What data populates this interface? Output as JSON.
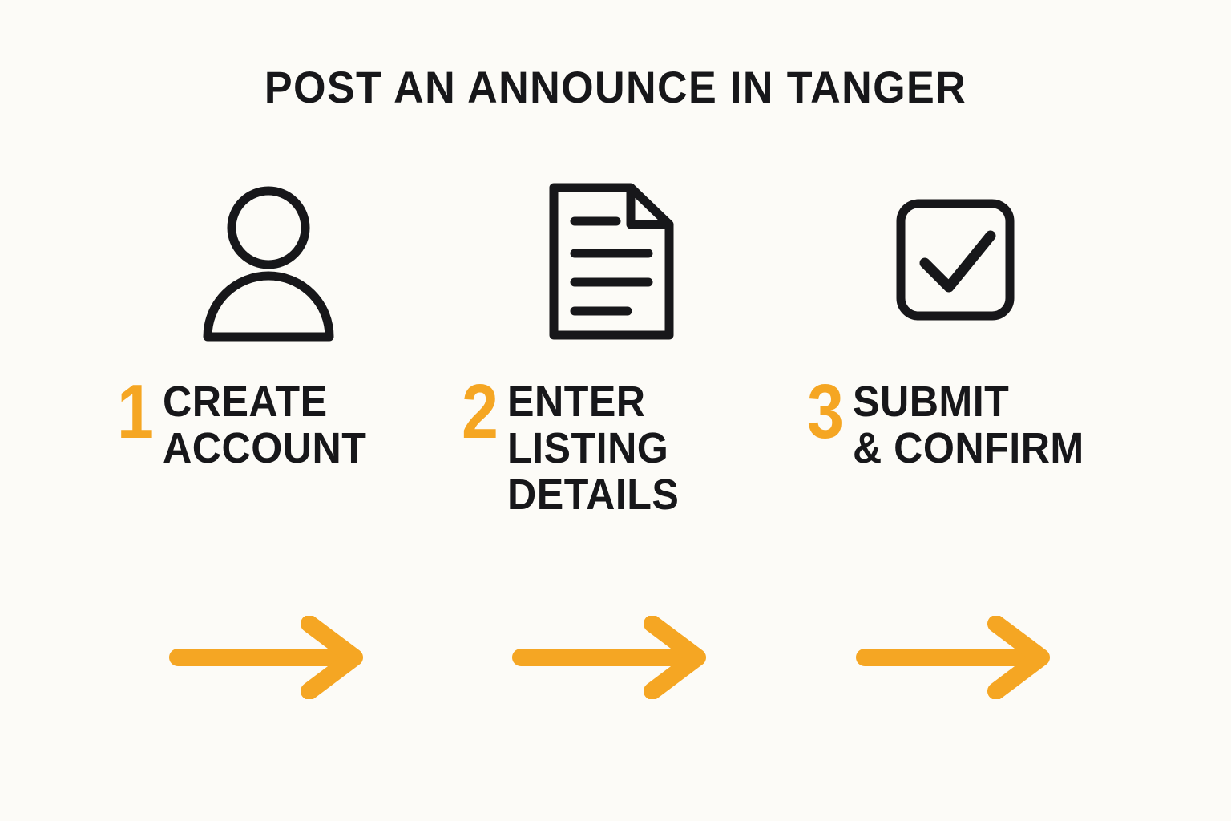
{
  "page": {
    "title": "POST AN ANNOUNCE IN TANGER",
    "background_color": "#FCFBF7",
    "accent_color": "#F5A623",
    "text_color": "#17171A"
  },
  "steps": [
    {
      "number": "1",
      "icon": "person-icon",
      "label_lines": [
        "CREATE",
        "ACCOUNT"
      ],
      "arrow": "arrow-right-icon"
    },
    {
      "number": "2",
      "icon": "document-lines-icon",
      "label_lines": [
        "ENTER",
        "LISTING",
        "DETAILS"
      ],
      "arrow": "arrow-right-icon"
    },
    {
      "number": "3",
      "icon": "checkbox-check-icon",
      "label_lines": [
        "SUBMIT",
        "& CONFIRM"
      ],
      "arrow": "arrow-right-icon"
    }
  ]
}
